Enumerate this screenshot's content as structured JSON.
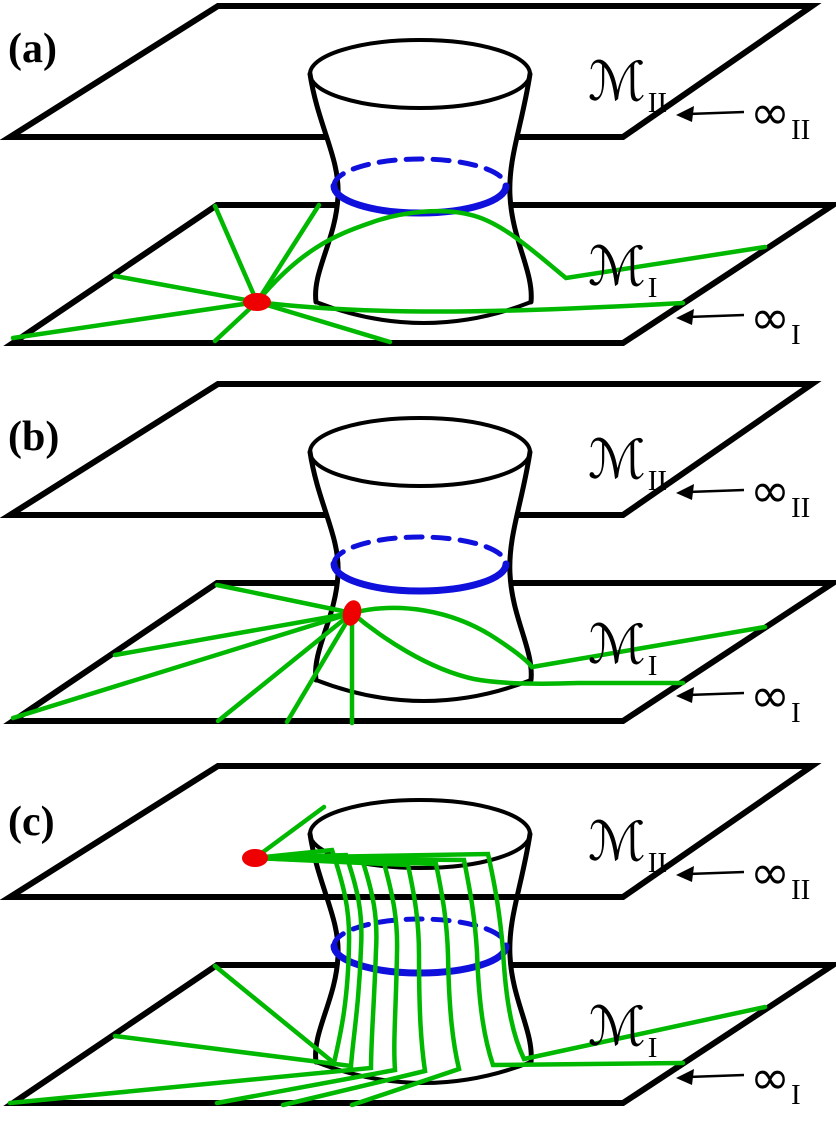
{
  "colors": {
    "geodesic_green": "#00b800",
    "source_red": "#ee0000",
    "throat_blue": "#1010dd",
    "surface_black": "#000000",
    "background": "#ffffff"
  },
  "panels": [
    {
      "id": "a",
      "corner_label": "(a)",
      "upper_sheet": {
        "manifold": "ℳ",
        "manifold_sub": "II",
        "infinity": "∞",
        "infinity_sub": "II"
      },
      "lower_sheet": {
        "manifold": "ℳ",
        "manifold_sub": "I",
        "infinity": "∞",
        "infinity_sub": "I"
      }
    },
    {
      "id": "b",
      "corner_label": "(b)",
      "upper_sheet": {
        "manifold": "ℳ",
        "manifold_sub": "II",
        "infinity": "∞",
        "infinity_sub": "II"
      },
      "lower_sheet": {
        "manifold": "ℳ",
        "manifold_sub": "I",
        "infinity": "∞",
        "infinity_sub": "I"
      }
    },
    {
      "id": "c",
      "corner_label": "(c)",
      "upper_sheet": {
        "manifold": "ℳ",
        "manifold_sub": "II",
        "infinity": "∞",
        "infinity_sub": "II"
      },
      "lower_sheet": {
        "manifold": "ℳ",
        "manifold_sub": "I",
        "infinity": "∞",
        "infinity_sub": "I"
      }
    }
  ]
}
